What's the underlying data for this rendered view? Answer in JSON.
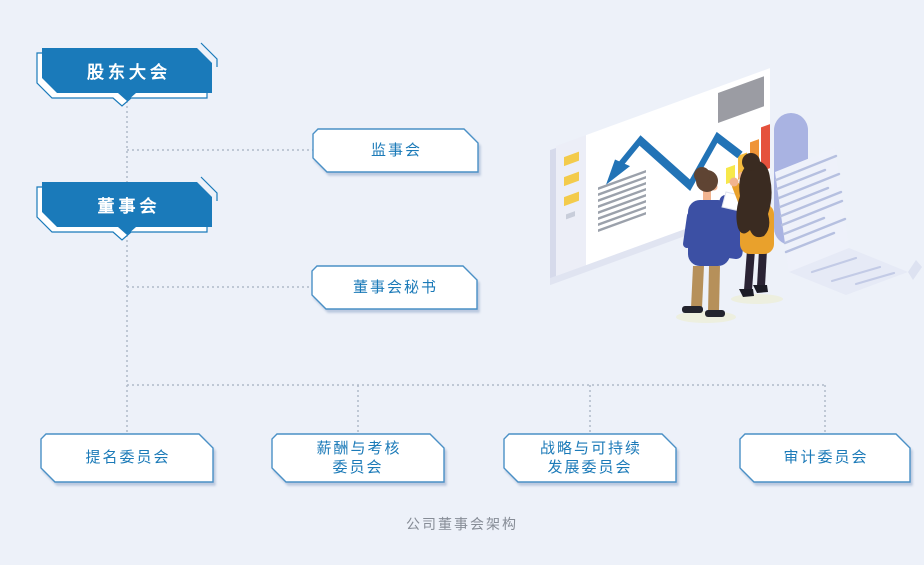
{
  "page": {
    "caption": "公司董事会架构",
    "background_color": "#edf1f9"
  },
  "colors": {
    "primary_blue": "#1a7aba",
    "node_border_blue": "#4a90c6",
    "node_text_blue": "#1b7ab8",
    "connector_dotted": "#b0bac9",
    "caption_gray": "#868c96",
    "illustration": {
      "trend_line_blue": "#2273b6",
      "bar_yellow": "#f7e84a",
      "bar_orange": "#f5bb3e",
      "bar_deep_orange": "#ef9438",
      "bar_red": "#e5523d",
      "arch_periwinkle": "#a9b3e2",
      "man_sweater_blue": "#3c50a4",
      "man_pants_khaki": "#b6905a",
      "woman_top_orange": "#e9a12c"
    }
  },
  "org_chart": {
    "nodes": [
      {
        "id": "shareholders",
        "label": "股东大会",
        "type": "primary"
      },
      {
        "id": "supervisory",
        "label": "监事会",
        "type": "secondary"
      },
      {
        "id": "board",
        "label": "董事会",
        "type": "primary"
      },
      {
        "id": "secretary",
        "label": "董事会秘书",
        "type": "secondary"
      },
      {
        "id": "nomination",
        "label": "提名委员会",
        "type": "secondary"
      },
      {
        "id": "compensation",
        "label": "薪酬与考核\n委员会",
        "type": "secondary"
      },
      {
        "id": "strategy",
        "label": "战略与可持续\n发展委员会",
        "type": "secondary"
      },
      {
        "id": "audit",
        "label": "审计委员会",
        "type": "secondary"
      }
    ]
  }
}
